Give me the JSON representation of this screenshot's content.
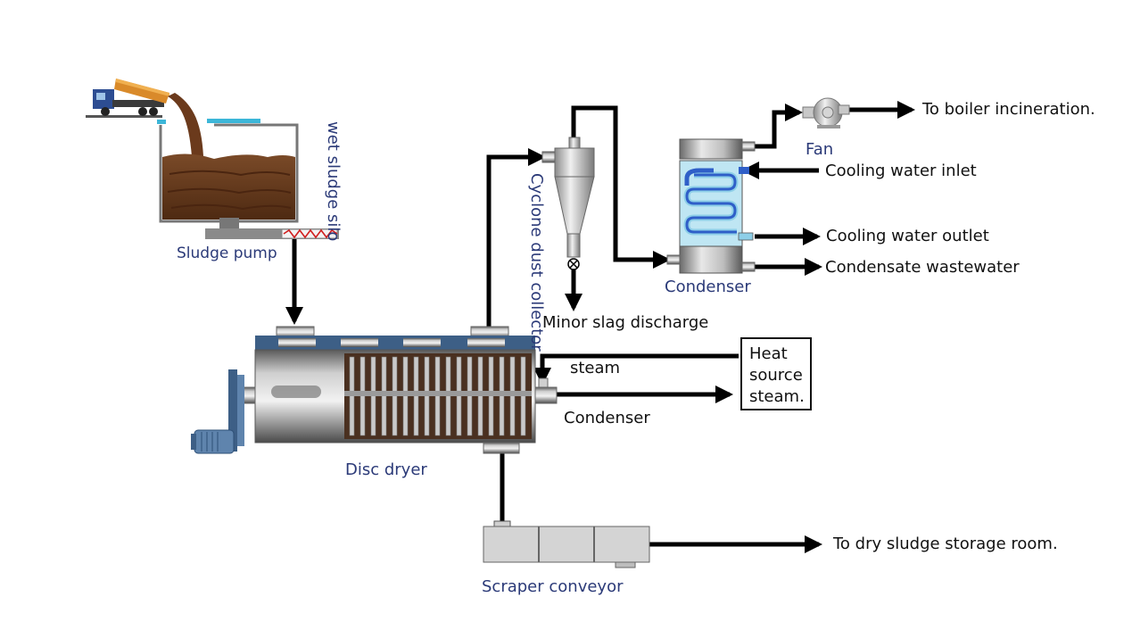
{
  "labels": {
    "wet_sludge_silo": "wet sludge silo",
    "sludge_pump": "Sludge pump",
    "disc_dryer": "Disc dryer",
    "scraper_conveyor": "Scraper conveyor",
    "cyclone": "Cyclone dust collector",
    "condenser_unit": "Condenser",
    "fan": "Fan",
    "to_boiler": "To boiler incineration.",
    "cooling_water_inlet": "Cooling water inlet",
    "cooling_water_outlet": "Cooling water outlet",
    "condensate_wastewater": "Condensate wastewater",
    "minor_slag": "Minor slag discharge",
    "steam": "steam",
    "condenser_out": "Condenser",
    "heat_source": [
      "Heat",
      "source",
      "steam."
    ],
    "to_dry_storage": "To dry sludge storage room."
  },
  "colors": {
    "label_blue": "#2b3a78",
    "sludge_brown": "#6b3a1c",
    "dryer_top_blue": "#3d5f86",
    "pipe_black": "#000000",
    "coil_blue": "#2f5fc8",
    "coil_light": "#8ecfe8"
  },
  "icons": [
    "dump-truck-icon",
    "fan-icon",
    "motor-icon",
    "screw-conveyor-icon",
    "valve-icon"
  ]
}
